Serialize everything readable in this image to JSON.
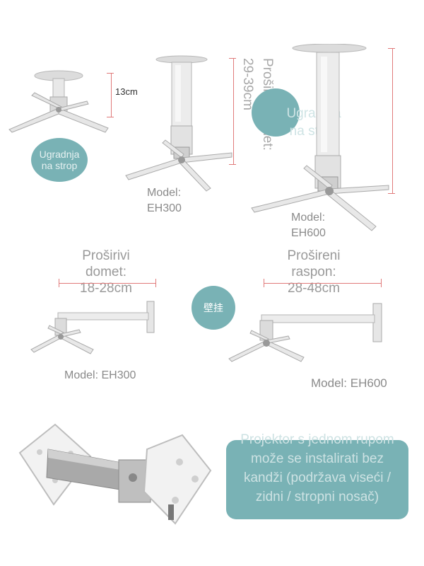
{
  "top": {
    "small_mount": {
      "dimension": "13cm",
      "badge": "Ugradnja na strop"
    },
    "eh300": {
      "model_line1": "Model:",
      "model_line2": "EH300",
      "range_text": "Proširivi domet: 29-39cm"
    },
    "eh600": {
      "model_line1": "Model:",
      "model_line2": "EH600",
      "badge": "Ugradnja na strop"
    }
  },
  "middle": {
    "left": {
      "line1": "Proširivi",
      "line2": "domet:",
      "line3": "18-28cm",
      "model": "Model: EH300"
    },
    "center_badge": "壁挂",
    "right": {
      "line1": "Prošireni",
      "line2": "raspon:",
      "line3": "28-48cm",
      "model": "Model: EH600"
    }
  },
  "bottom": {
    "info": "Projektor s jednom rupom može se instalirati bez kandži (podržava viseći / zidni / stropni nosač)"
  },
  "colors": {
    "accent": "#79b2b5",
    "dimension_line": "#e07a7a",
    "text_grey": "#8a8a8a"
  }
}
